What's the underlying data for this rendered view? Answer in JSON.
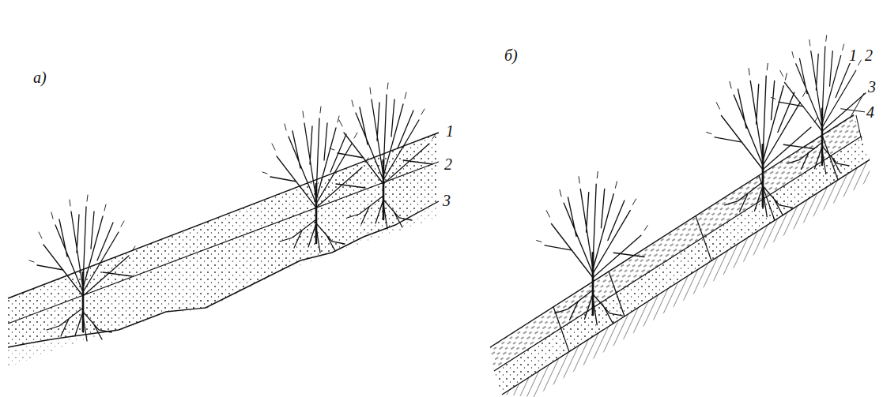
{
  "diagram": {
    "labels": [
      "а)",
      "1",
      "2",
      "3",
      "б)",
      "1",
      "2",
      "3",
      "4"
    ]
  }
}
